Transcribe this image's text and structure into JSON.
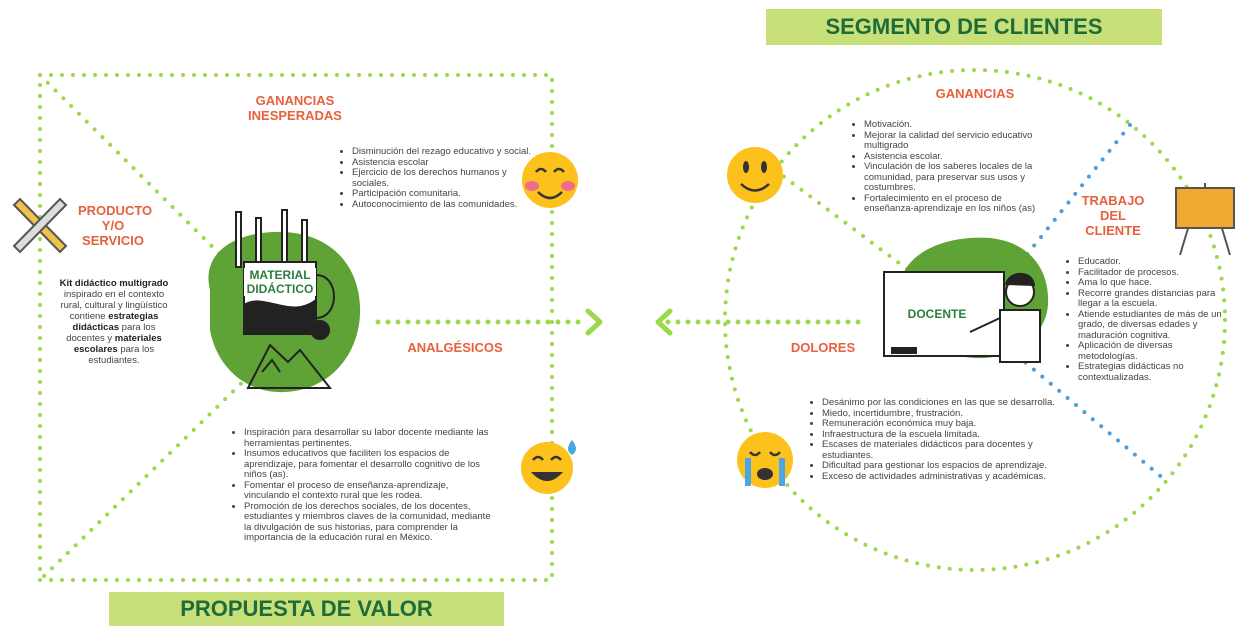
{
  "segment_title": "SEGMENTO DE CLIENTES",
  "value_title": "PROPUESTA DE VALOR",
  "left": {
    "gains_title": "GANANCIAS INESPERADAS",
    "gains_items": [
      "Disminución del rezago educativo y social.",
      "Asistencia escolar",
      "Ejercicio de los derechos humanos y sociales.",
      "Participación comunitaria.",
      "Autoconocimiento de las comunidades."
    ],
    "product_title": "PRODUCTO Y/O SERVICIO",
    "product_desc": {
      "p1_bold": "Kit didáctico multigrado",
      "p1": " inspirado en el contexto rural, cultural y lingüístico contiene ",
      "p2_bold": "estrategias didácticas",
      "p2": " para los docentes y ",
      "p3_bold": "materiales escolares",
      "p3": " para los estudiantes."
    },
    "center_label": "MATERIAL DIDÁCTICO",
    "pain_title": "ANALGÉSICOS",
    "pain_items": [
      "Inspiración para desarrollar su labor docente mediante las herramientas pertinentes.",
      "Insumos educativos que faciliten los espacios de aprendizaje, para fomentar el desarrollo cognitivo de los niños (as).",
      "Fomentar el proceso de enseñanza-aprendizaje, vinculando el contexto rural que les rodea.",
      "Promoción de los derechos sociales, de los docentes, estudiantes y miembros claves de la comunidad, mediante la divulgación de sus historias, para comprender la importancia de la educación rural en México."
    ]
  },
  "right": {
    "gains_title": "GANANCIAS",
    "gains_items": [
      "Motivación.",
      "Mejorar la calidad del servicio educativo multigrado",
      "Asistencia escolar.",
      "Vinculación de los saberes locales de la comunidad, para preservar sus usos y costumbres.",
      "Fortalecimiento en el proceso de enseñanza-aprendizaje en los niños (as)"
    ],
    "job_title": "TRABAJO DEL CLIENTE",
    "job_items": [
      "Educador.",
      "Facilitador de procesos.",
      "Ama lo que hace.",
      "Recorre grandes distancias para llegar a la escuela.",
      "Atiende estudiantes de más de un grado, de diversas edades y maduración cognitiva.",
      "Aplicación de diversas metodologías.",
      "Estrategias didácticas no contextualizadas."
    ],
    "center_label": "DOCENTE",
    "pain_title": "DOLORES",
    "pain_items": [
      "Desánimo por las condiciones en las que se desarrolla.",
      "Miedo, incertidumbre, frustración.",
      "Remuneración económica muy baja.",
      "Infraestructura de la escuela limitada.",
      "Escases de materiales didácticos para docentes y estudiantes.",
      "Dificultad para gestionar los espacios de aprendizaje.",
      "Exceso de actividades administrativas y académicas."
    ]
  },
  "icons": [
    "smiling-blush-emoji",
    "sweat-smile-emoji",
    "smile-emoji",
    "crying-emoji",
    "pencils-icon",
    "easel-icon",
    "teacher-illustration",
    "mug-illustration"
  ],
  "colors": {
    "banner": "#c7e07a",
    "dots": "#9ad94a",
    "blue_dots": "#4a9ee0",
    "orange": "#e8603c",
    "blob": "#5fa336"
  }
}
